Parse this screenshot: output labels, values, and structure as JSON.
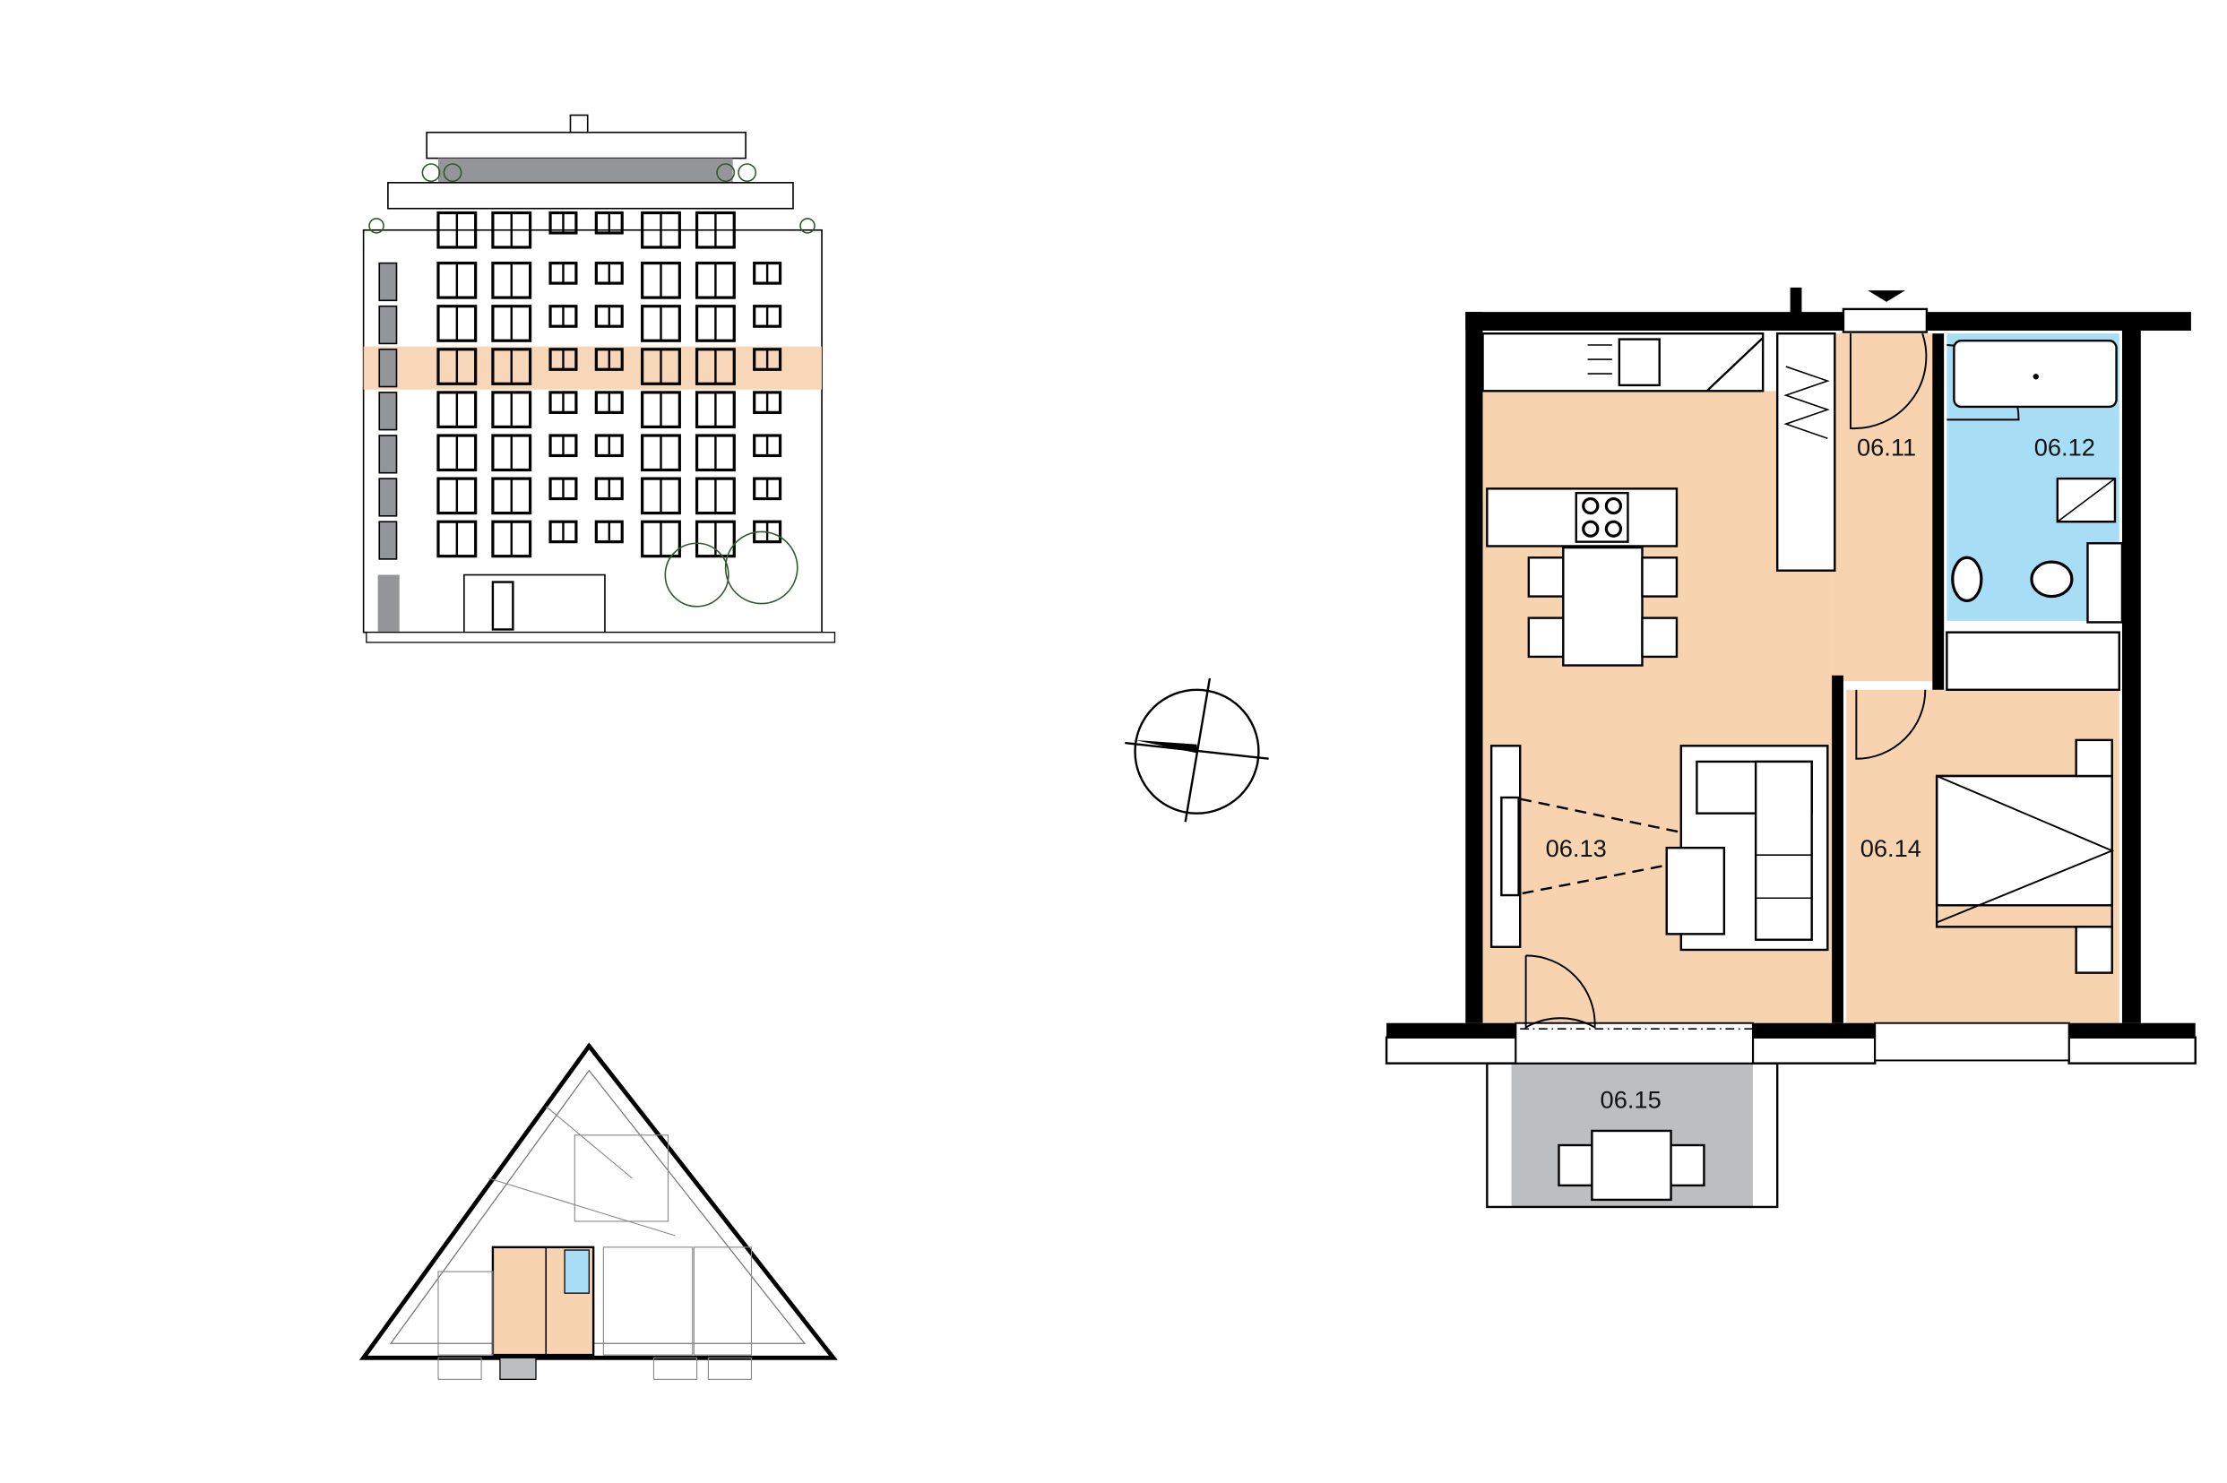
{
  "plan": {
    "rooms": [
      {
        "id": "06.11",
        "label": "06.11",
        "type": "hallway"
      },
      {
        "id": "06.12",
        "label": "06.12",
        "type": "bathroom"
      },
      {
        "id": "06.13",
        "label": "06.13",
        "type": "living-kitchen"
      },
      {
        "id": "06.14",
        "label": "06.14",
        "type": "bedroom"
      },
      {
        "id": "06.15",
        "label": "06.15",
        "type": "balcony"
      }
    ]
  },
  "colors": {
    "unit_fill": "#F7D3B0",
    "bathroom_fill": "#A8DEF5",
    "balcony_fill": "#BDBEC0",
    "wall": "#000000",
    "facade_dark": "#939598",
    "tree": "#2E5A2E"
  },
  "elevation": {
    "highlighted_floor_index": 3,
    "floors": 8
  },
  "site_plan": {
    "highlighted_unit": "06"
  }
}
